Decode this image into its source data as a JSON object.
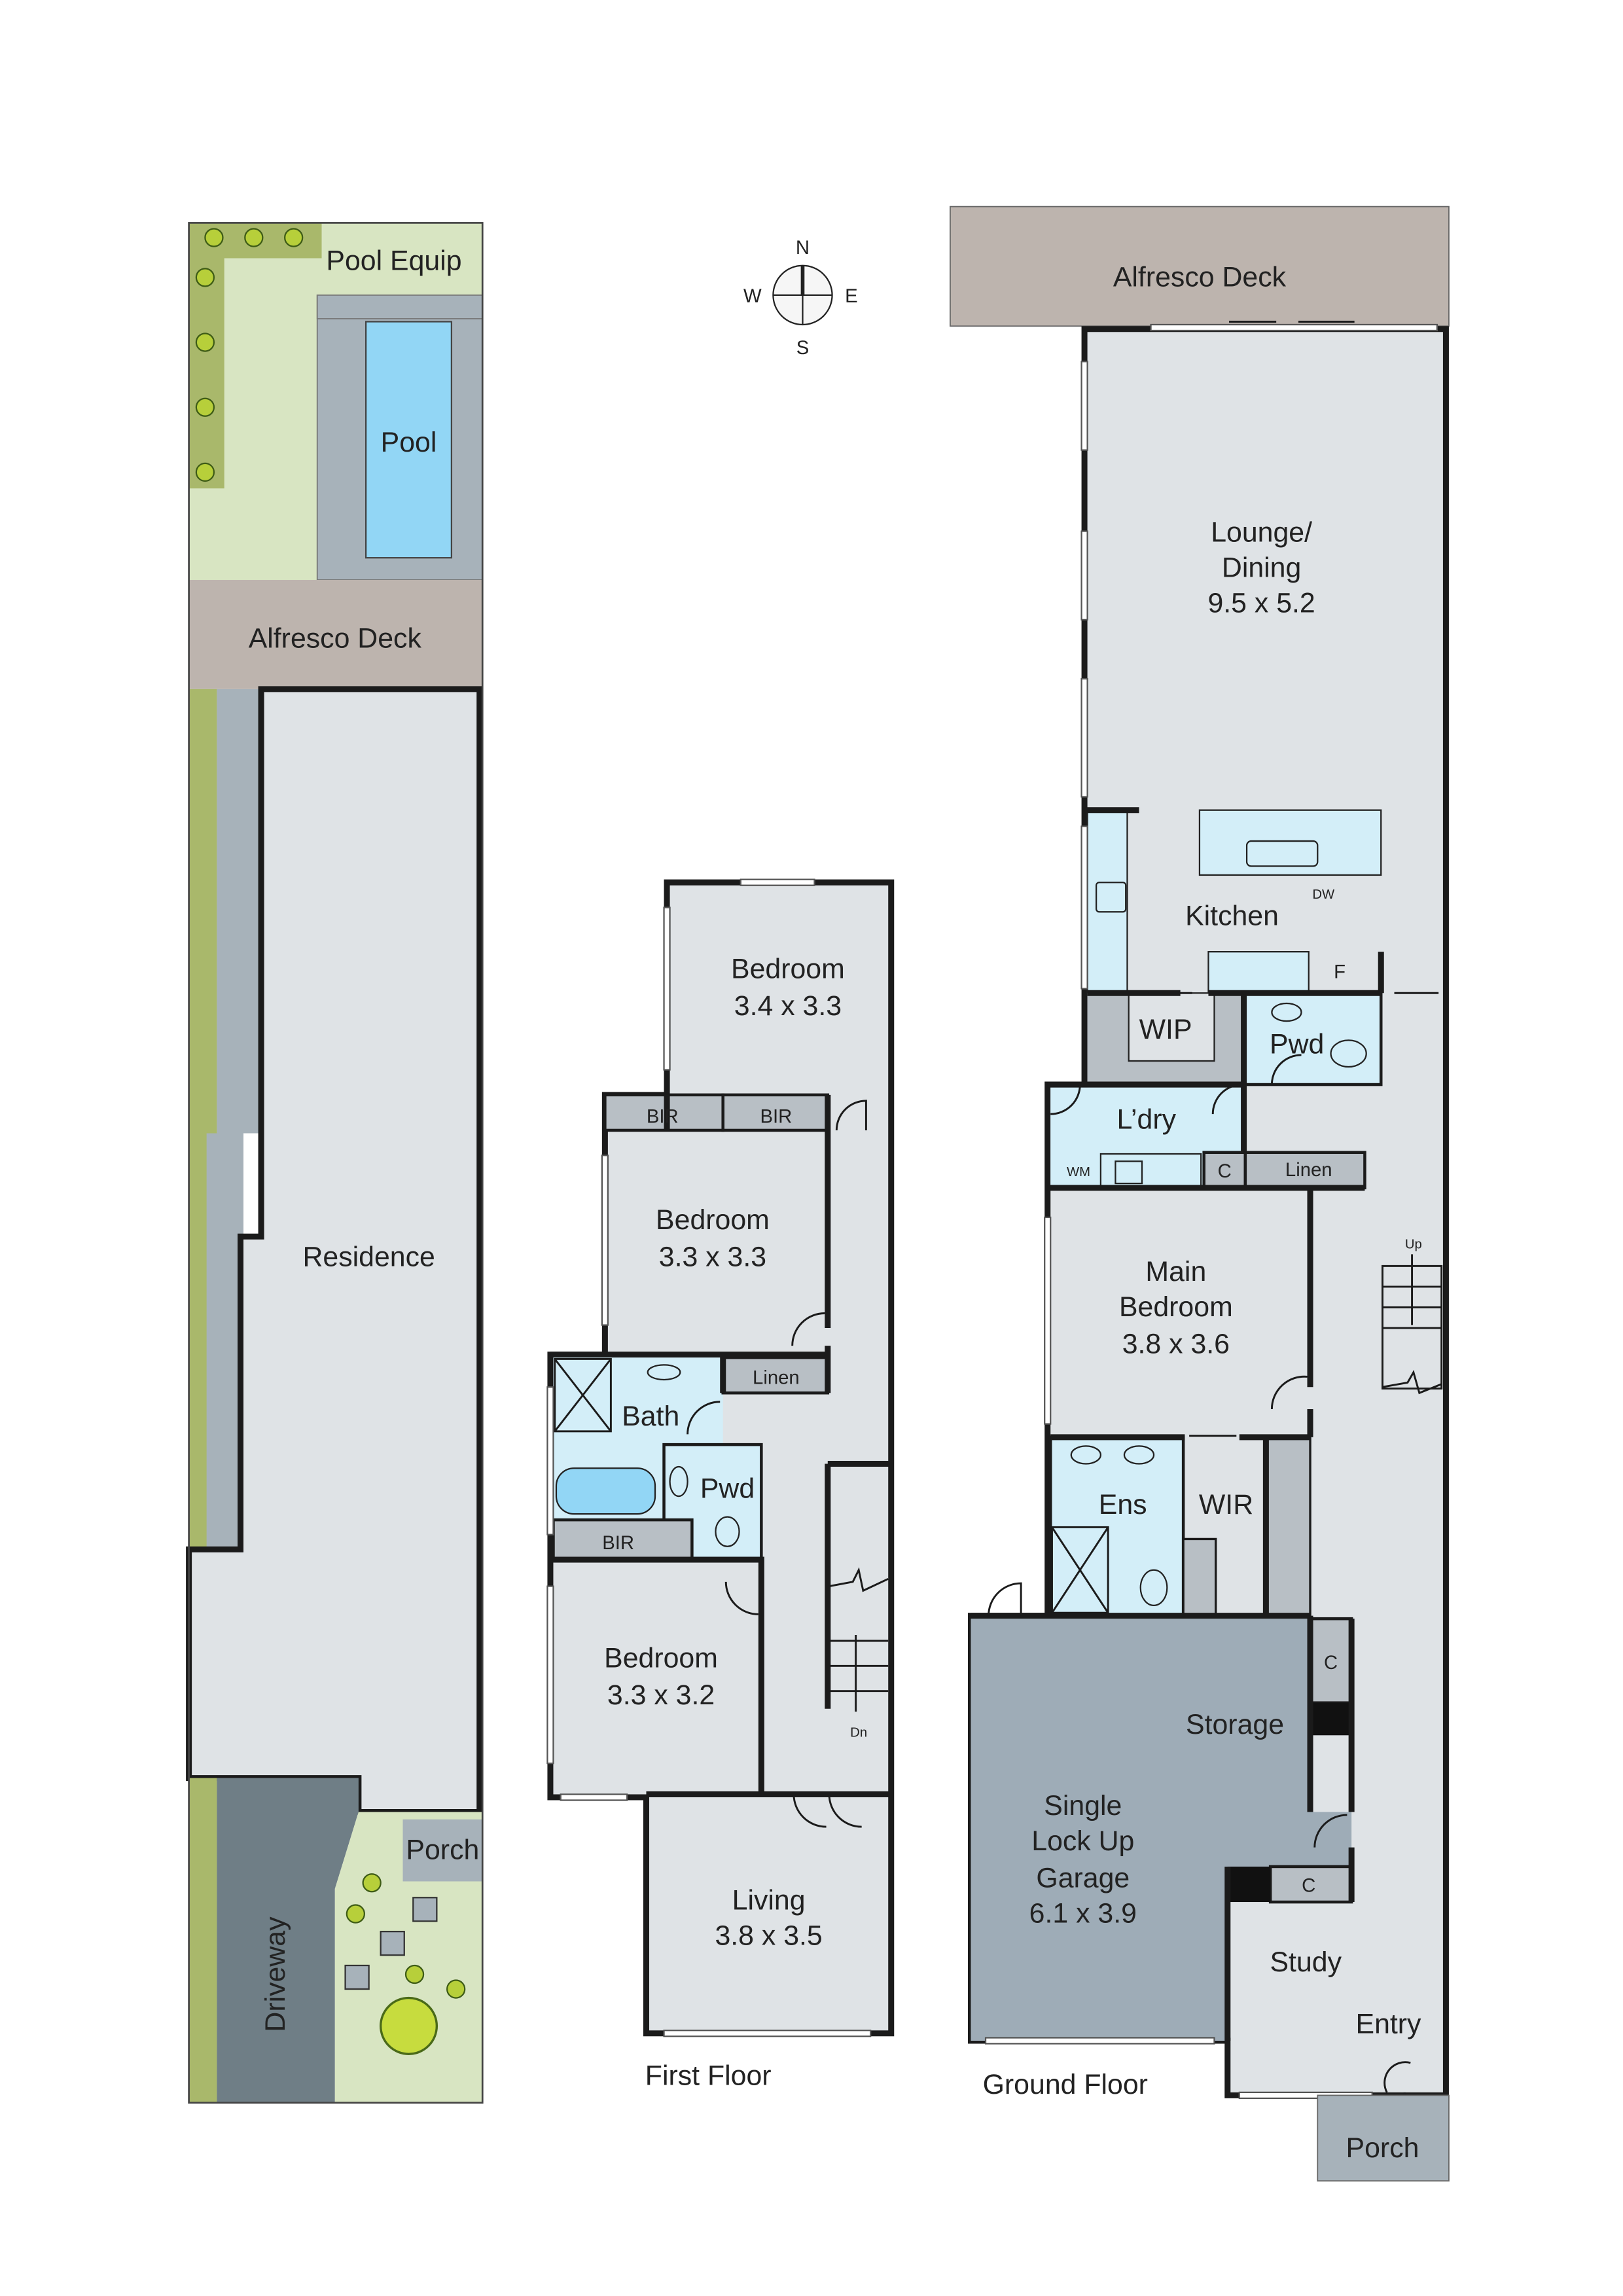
{
  "colors": {
    "room": "#dfe3e6",
    "wet_area": "#d3eef8",
    "storage": "#b8bfc5",
    "garage": "#9eacb7",
    "deck": "#bdb4ae",
    "lawn": "#d8e5c2",
    "hedge": "#a9b86b",
    "driveway": "#6f7e86",
    "pool": "#92d6f5",
    "pool_surround": "#a7b2ba",
    "wall": "#1b1b1b"
  },
  "compass": {
    "n": "N",
    "e": "E",
    "s": "S",
    "w": "W"
  },
  "site_plan": {
    "pool_equip": "Pool Equip",
    "pool": "Pool",
    "alfresco": "Alfresco Deck",
    "residence": "Residence",
    "porch": "Porch",
    "driveway": "Driveway"
  },
  "first_floor": {
    "title": "First Floor",
    "bedroom1": {
      "name": "Bedroom",
      "size": "3.4 x 3.3"
    },
    "bir1": "BIR",
    "bir2": "BIR",
    "bedroom2": {
      "name": "Bedroom",
      "size": "3.3 x 3.3"
    },
    "linen": "Linen",
    "bath": "Bath",
    "pwd": "Pwd",
    "bir3": "BIR",
    "bedroom3": {
      "name": "Bedroom",
      "size": "3.3 x 3.2"
    },
    "stairs": "Dn",
    "living": {
      "name": "Living",
      "size": "3.8 x 3.5"
    }
  },
  "ground_floor": {
    "title": "Ground Floor",
    "alfresco": "Alfresco Deck",
    "lounge": {
      "name1": "Lounge/",
      "name2": "Dining",
      "size": "9.5 x 5.2"
    },
    "dw": "DW",
    "kitchen": "Kitchen",
    "fridge": "F",
    "wip": "WIP",
    "pwd": "Pwd",
    "laundry": "L’dry",
    "wm": "WM",
    "cupboard1": "C",
    "linen": "Linen",
    "stairs": "Up",
    "main_bedroom": {
      "name1": "Main",
      "name2": "Bedroom",
      "size": "3.8 x 3.6"
    },
    "ens": "Ens",
    "wir": "WIR",
    "cupboard2": "C",
    "storage": "Storage",
    "garage": {
      "line1": "Single",
      "line2": "Lock Up",
      "line3": "Garage",
      "size": "6.1 x 3.9"
    },
    "cupboard3": "C",
    "study": "Study",
    "entry": "Entry",
    "porch": "Porch"
  }
}
